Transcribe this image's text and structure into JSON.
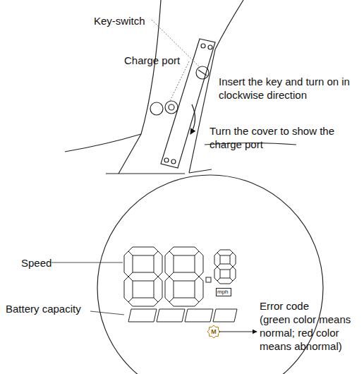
{
  "diagram": {
    "nodes": [
      {
        "text": [
          "mph"
        ]
      }
    ],
    "labels": [
      "Key-switch",
      "Charge port",
      "Insert the key and turn on in clockwise direction",
      "Turn the cover to show the charge port",
      "Speed",
      "Battery capacity",
      "Error code",
      "(green color means normal; red color means abnormal)",
      "M"
    ]
  }
}
